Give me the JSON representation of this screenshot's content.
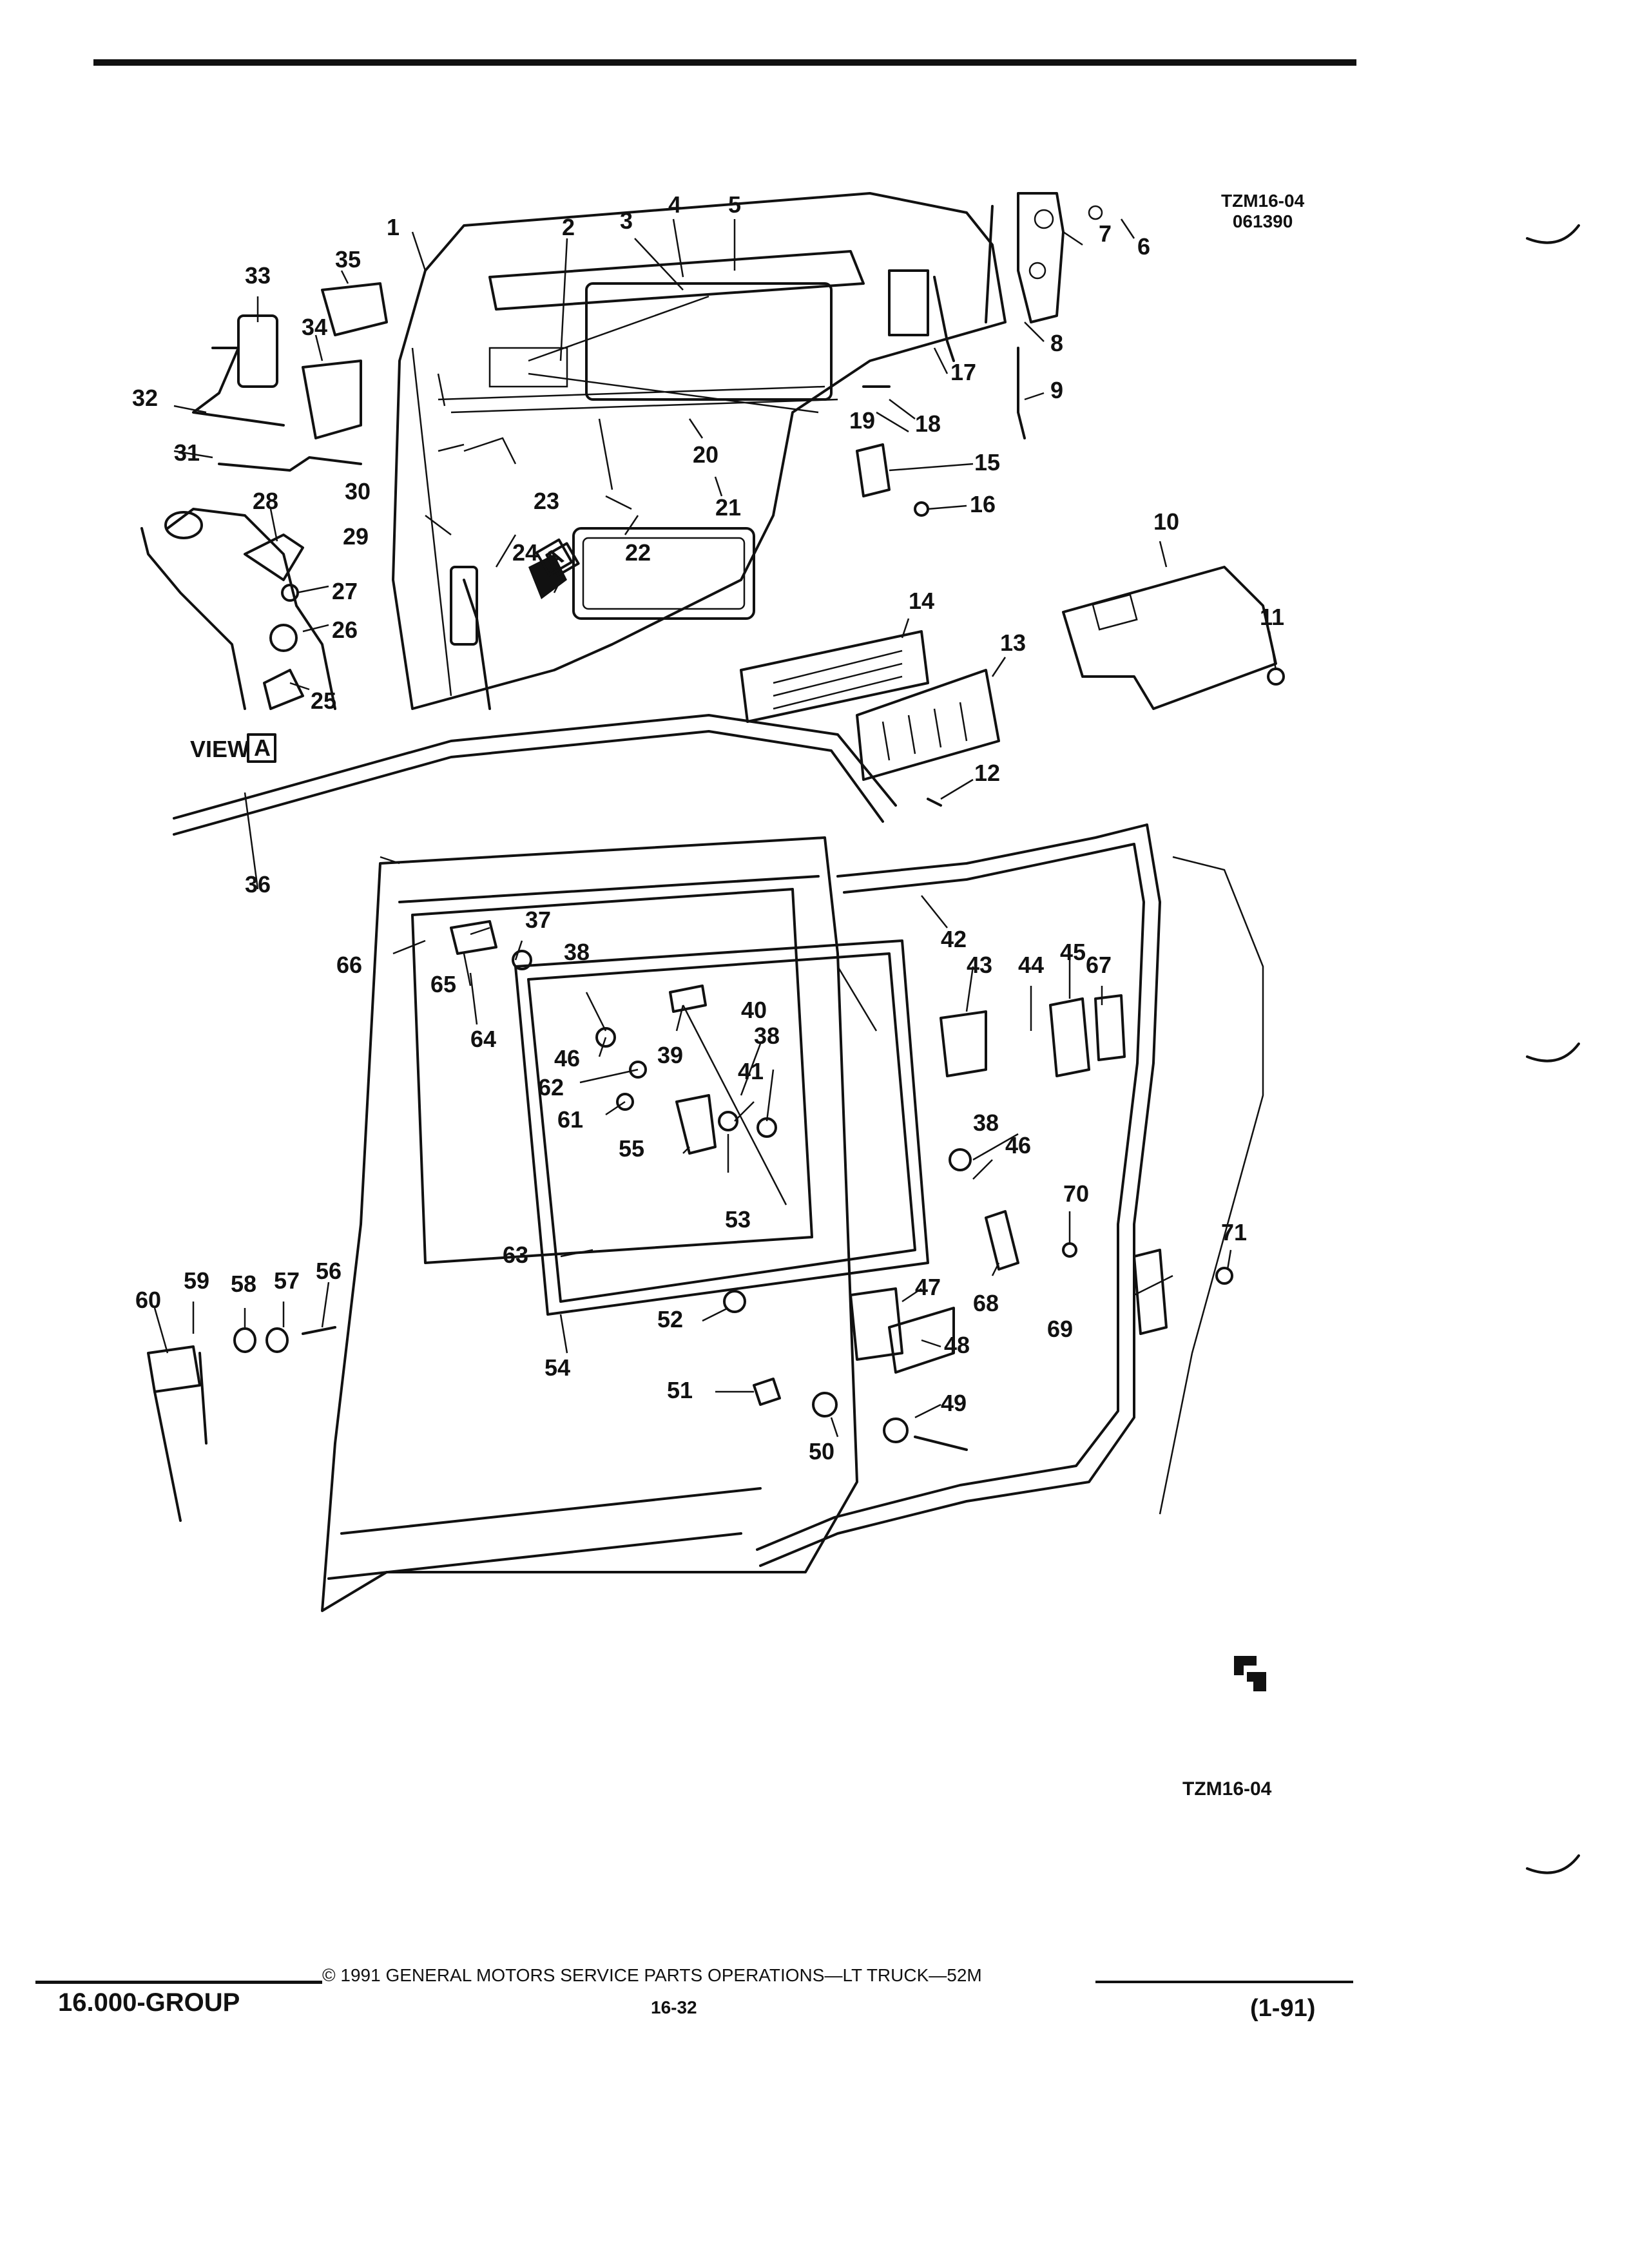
{
  "drawing_code_top": "TZM16-04",
  "drawing_date": "061390",
  "drawing_code_bottom": "TZM16-04",
  "view_label": "VIEW",
  "view_letter": "A",
  "view_flag_letter": "A",
  "footer": {
    "group": "16.000-GROUP",
    "copyright": "© 1991 GENERAL MOTORS SERVICE PARTS OPERATIONS—LT TRUCK—52M",
    "page": "16-32",
    "date": "(1-91)"
  },
  "callouts": [
    "1",
    "2",
    "3",
    "4",
    "5",
    "6",
    "7",
    "8",
    "9",
    "10",
    "11",
    "12",
    "13",
    "14",
    "15",
    "16",
    "17",
    "18",
    "19",
    "20",
    "21",
    "22",
    "23",
    "24",
    "25",
    "26",
    "27",
    "28",
    "29",
    "30",
    "31",
    "32",
    "33",
    "34",
    "35",
    "36",
    "37",
    "38",
    "38",
    "38",
    "39",
    "40",
    "41",
    "42",
    "43",
    "44",
    "45",
    "46",
    "46",
    "47",
    "48",
    "49",
    "50",
    "51",
    "52",
    "53",
    "54",
    "55",
    "56",
    "57",
    "58",
    "59",
    "60",
    "61",
    "62",
    "63",
    "64",
    "65",
    "66",
    "67",
    "68",
    "69",
    "70",
    "71"
  ]
}
